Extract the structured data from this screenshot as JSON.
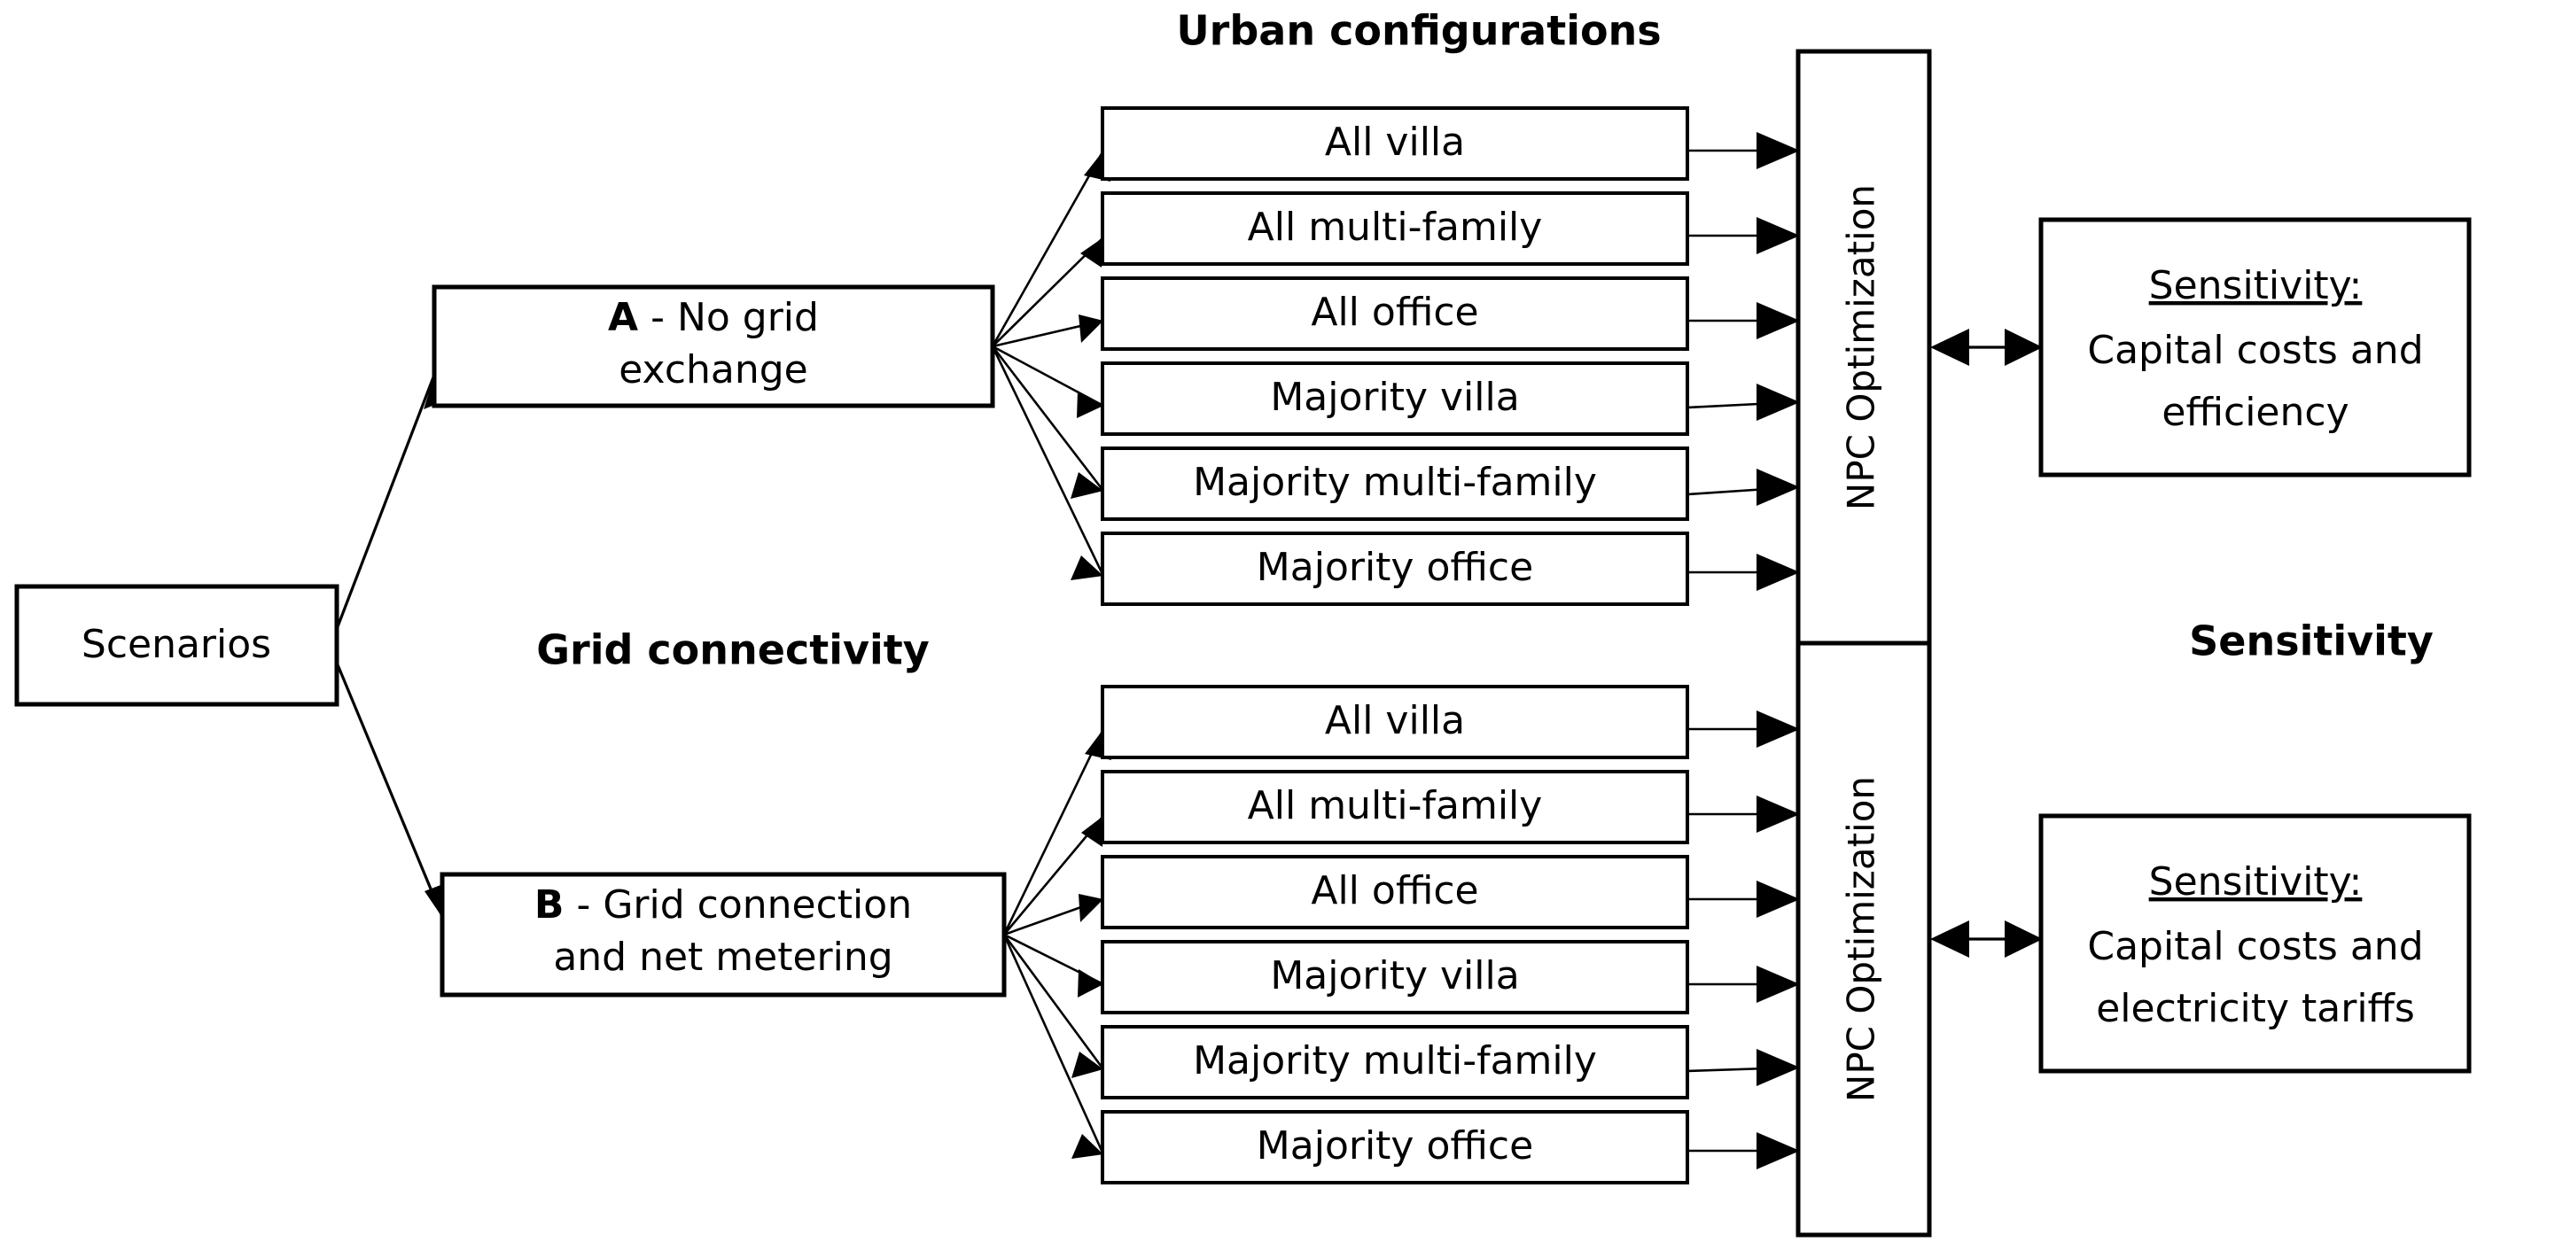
{
  "headings": {
    "urban_configurations": "Urban configurations",
    "grid_connectivity": "Grid connectivity",
    "sensitivity": "Sensitivity"
  },
  "root": {
    "label": "Scenarios"
  },
  "scenarios": [
    {
      "id": "A",
      "prefix": "A - ",
      "line1": "A - No grid",
      "line2": "exchange",
      "optimization_label": "NPC Optimization",
      "sensitivity": {
        "title": "Sensitivity:",
        "line1": "Capital costs and",
        "line2": "efficiency"
      },
      "configurations": [
        "All villa",
        "All multi-family",
        "All office",
        "Majority villa",
        "Majority multi-family",
        "Majority office"
      ]
    },
    {
      "id": "B",
      "prefix": "B - ",
      "line1": "B - Grid connection",
      "line2": "and net metering",
      "optimization_label": "NPC Optimization",
      "sensitivity": {
        "title": "Sensitivity:",
        "line1": "Capital costs and",
        "line2": "electricity tariffs"
      },
      "configurations": [
        "All villa",
        "All multi-family",
        "All office",
        "Majority villa",
        "Majority multi-family",
        "Majority office"
      ]
    }
  ],
  "colors": {
    "stroke": "#000000",
    "fill": "#ffffff",
    "text": "#000000"
  }
}
